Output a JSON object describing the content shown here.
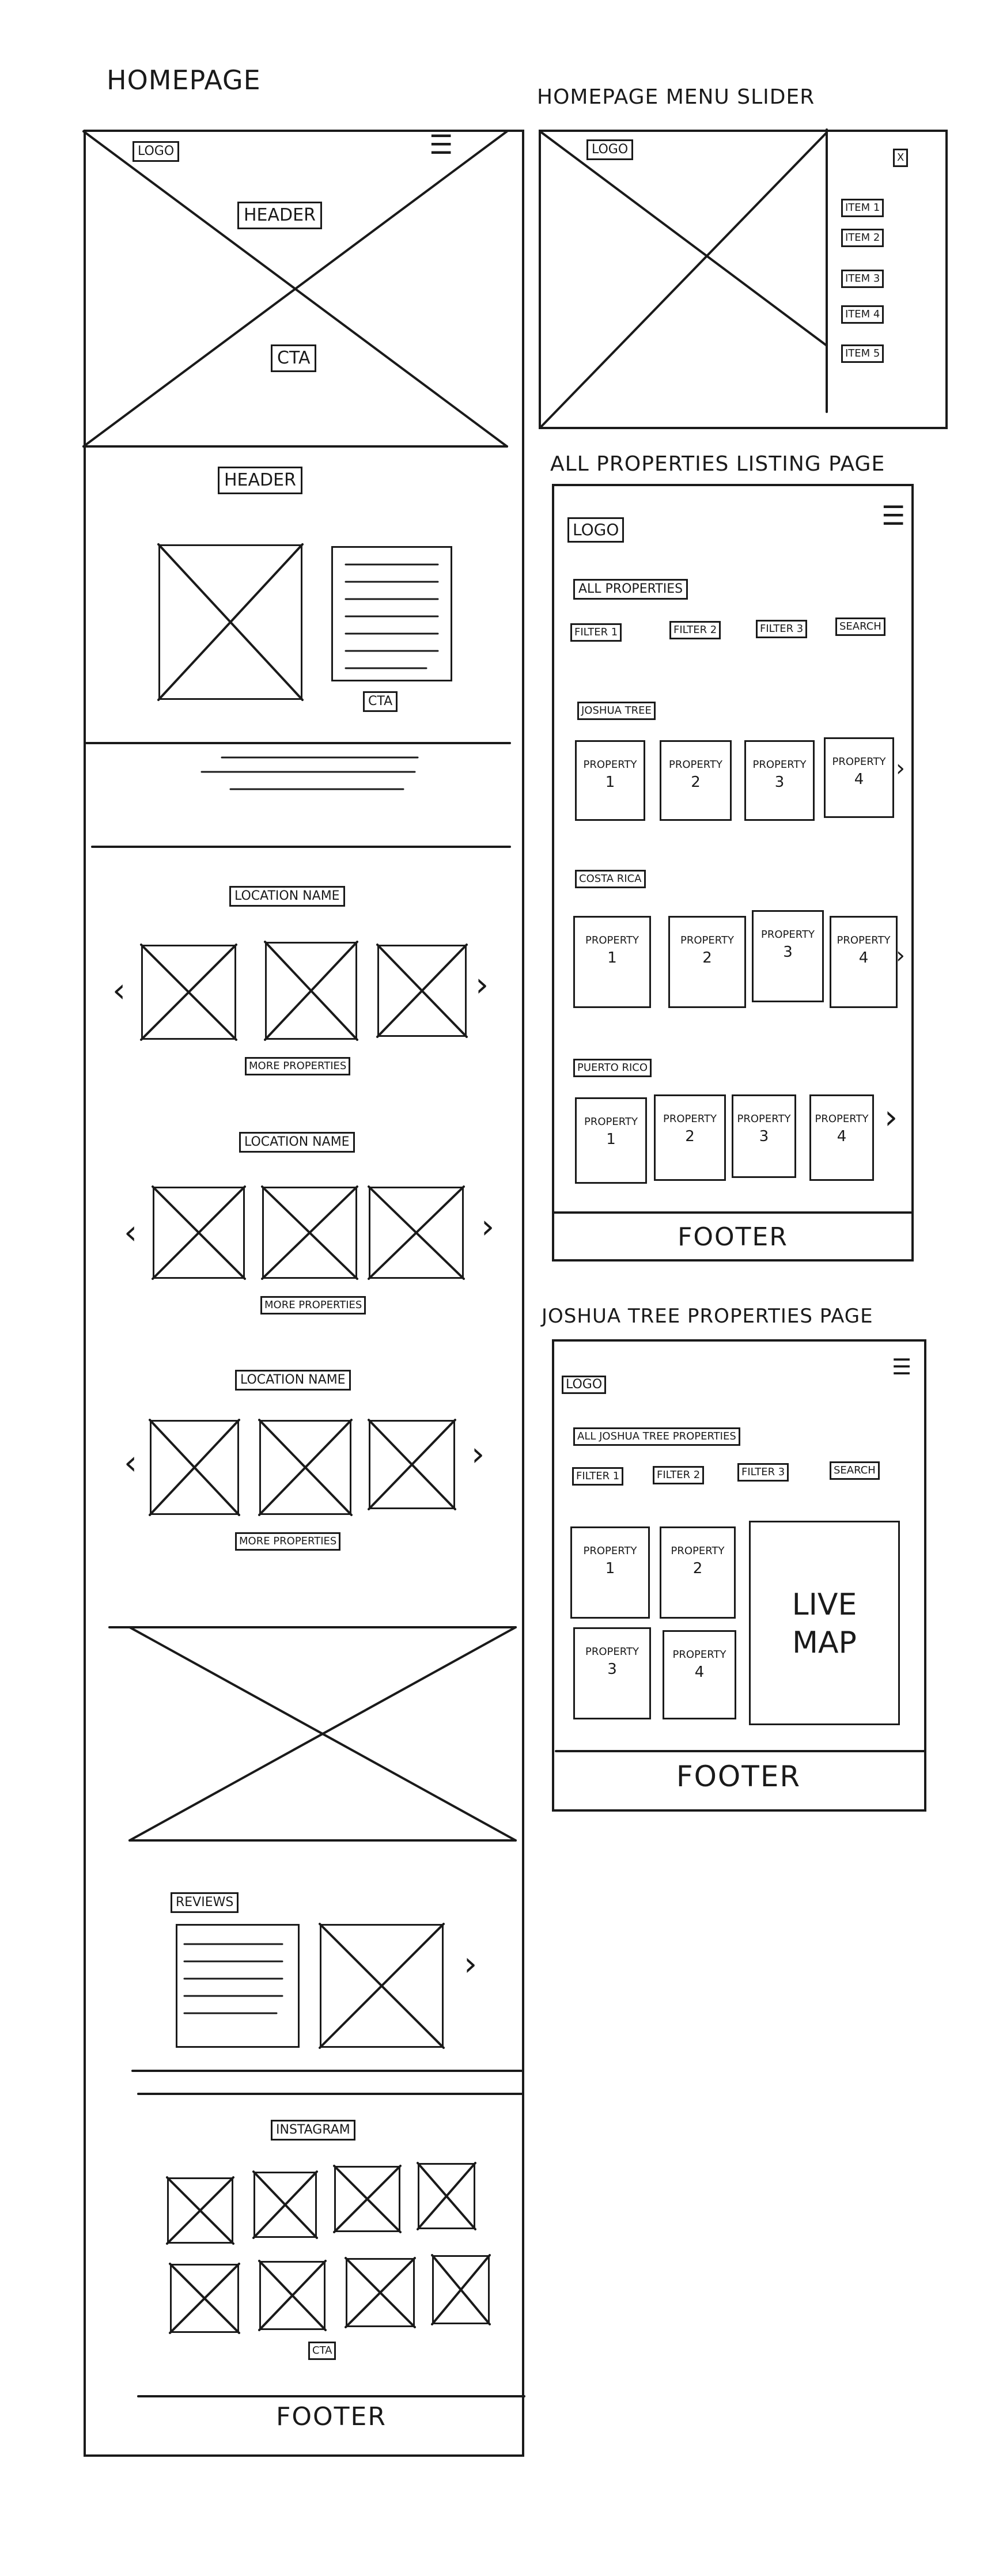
{
  "homepage": {
    "title": "HOMEPAGE",
    "hero": {
      "logo": "LOGO",
      "menu_icon": "hamburger-icon",
      "header": "HEADER",
      "cta": "CTA"
    },
    "about": {
      "header": "HEADER",
      "cta": "CTA"
    },
    "locations": [
      {
        "name": "LOCATION NAME",
        "more": "MORE PROPERTIES"
      },
      {
        "name": "LOCATION NAME",
        "more": "MORE PROPERTIES"
      },
      {
        "name": "LOCATION NAME",
        "more": "MORE PROPERTIES"
      }
    ],
    "reviews": "REVIEWS",
    "instagram": {
      "label": "INSTAGRAM",
      "cta": "CTA"
    },
    "footer": "FOOTER"
  },
  "menu_slider": {
    "title": "HOMEPAGE MENU SLIDER",
    "logo": "LOGO",
    "close": "X",
    "items": [
      "ITEM 1",
      "ITEM 2",
      "ITEM 3",
      "ITEM 4",
      "ITEM 5"
    ]
  },
  "listing": {
    "title": "ALL PROPERTIES LISTING PAGE",
    "logo": "LOGO",
    "all_properties": "ALL PROPERTIES",
    "filters": [
      "FILTER 1",
      "FILTER 2",
      "FILTER 3",
      "SEARCH"
    ],
    "groups": [
      {
        "name": "JOSHUA TREE",
        "properties": [
          {
            "label": "PROPERTY",
            "num": "1"
          },
          {
            "label": "PROPERTY",
            "num": "2"
          },
          {
            "label": "PROPERTY",
            "num": "3"
          },
          {
            "label": "PROPERTY",
            "num": "4"
          }
        ]
      },
      {
        "name": "COSTA RICA",
        "properties": [
          {
            "label": "PROPERTY",
            "num": "1"
          },
          {
            "label": "PROPERTY",
            "num": "2"
          },
          {
            "label": "PROPERTY",
            "num": "3"
          },
          {
            "label": "PROPERTY",
            "num": "4"
          }
        ]
      },
      {
        "name": "PUERTO RICO",
        "properties": [
          {
            "label": "PROPERTY",
            "num": "1"
          },
          {
            "label": "PROPERTY",
            "num": "2"
          },
          {
            "label": "PROPERTY",
            "num": "3"
          },
          {
            "label": "PROPERTY",
            "num": "4"
          }
        ]
      }
    ],
    "footer": "FOOTER"
  },
  "joshua_page": {
    "title": "JOSHUA TREE PROPERTIES PAGE",
    "logo": "LOGO",
    "all": "ALL JOSHUA TREE PROPERTIES",
    "filters": [
      "FILTER 1",
      "FILTER 2",
      "FILTER 3",
      "SEARCH"
    ],
    "properties": [
      {
        "label": "PROPERTY",
        "num": "1"
      },
      {
        "label": "PROPERTY",
        "num": "2"
      },
      {
        "label": "PROPERTY",
        "num": "3"
      },
      {
        "label": "PROPERTY",
        "num": "4"
      }
    ],
    "map": "LIVE MAP",
    "footer": "FOOTER"
  }
}
